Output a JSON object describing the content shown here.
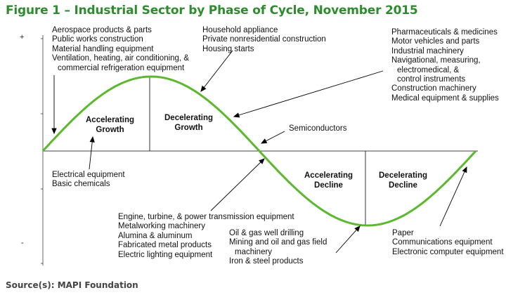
{
  "title": "Figure 1 – Industrial Sector by Phase of Cycle, November 2015",
  "source": "Source(s): MAPI Foundation",
  "axis": {
    "plus": "+",
    "minus": "-"
  },
  "colors": {
    "title": "#2e8b2e",
    "curve": "#5cb82e",
    "axis": "#000000",
    "text": "#111111"
  },
  "phases": [
    {
      "line1": "Accelerating",
      "line2": "Growth"
    },
    {
      "line1": "Decelerating",
      "line2": "Growth"
    },
    {
      "line1": "Accelerating",
      "line2": "Decline"
    },
    {
      "line1": "Decelerating",
      "line2": "Decline"
    }
  ],
  "groups": {
    "top_left": [
      "Aerospace products & parts",
      "Public works construction",
      "Material handling equipment",
      "Ventilation,  heating,  air conditioning,  &",
      "commercial refrigeration equipment"
    ],
    "top_center": [
      "Household appliance",
      "Private nonresidential construction",
      "Housing starts"
    ],
    "top_right": [
      "Pharmaceuticals & medicines",
      "Motor vehicles and parts",
      "Industrial machinery",
      "Navigational,  measuring,",
      "electromedical,  &",
      "control instruments",
      "Construction machinery",
      "Medical equipment & supplies"
    ],
    "semiconductors": [
      "Semiconductors"
    ],
    "mid_left": [
      "Electrical equipment",
      "Basic chemicals"
    ],
    "bottom_center": [
      "Engine, turbine, & power transmission equipment",
      "Metalworking machinery",
      "Alumina & aluminum",
      "Fabricated metal products",
      "Electric lighting equipment"
    ],
    "bottom_mid": [
      "Oil & gas well drilling",
      "Mining  and oil and gas field",
      "machinery",
      "Iron & steel products"
    ],
    "bottom_right": [
      "Paper",
      "Communications equipment",
      "Electronic computer equipment"
    ]
  }
}
